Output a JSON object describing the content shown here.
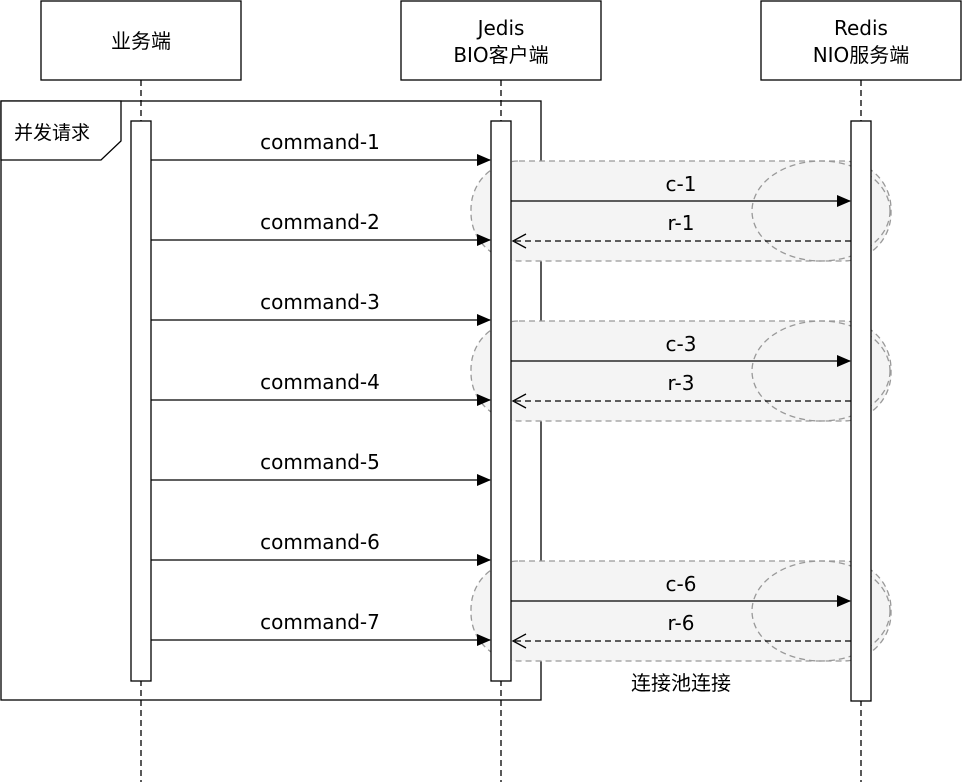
{
  "participants": [
    {
      "line1": "业务端"
    },
    {
      "line1": "Jedis",
      "line2": "BIO客户端"
    },
    {
      "line1": "Redis",
      "line2": "NIO服务端"
    }
  ],
  "frame_label": "并发请求",
  "pool_label": "连接池连接",
  "commands": [
    "command-1",
    "command-2",
    "command-3",
    "command-4",
    "command-5",
    "command-6",
    "command-7"
  ],
  "exchanges": [
    {
      "call": "c-1",
      "reply": "r-1"
    },
    {
      "call": "c-3",
      "reply": "r-3"
    },
    {
      "call": "c-6",
      "reply": "r-6"
    }
  ]
}
